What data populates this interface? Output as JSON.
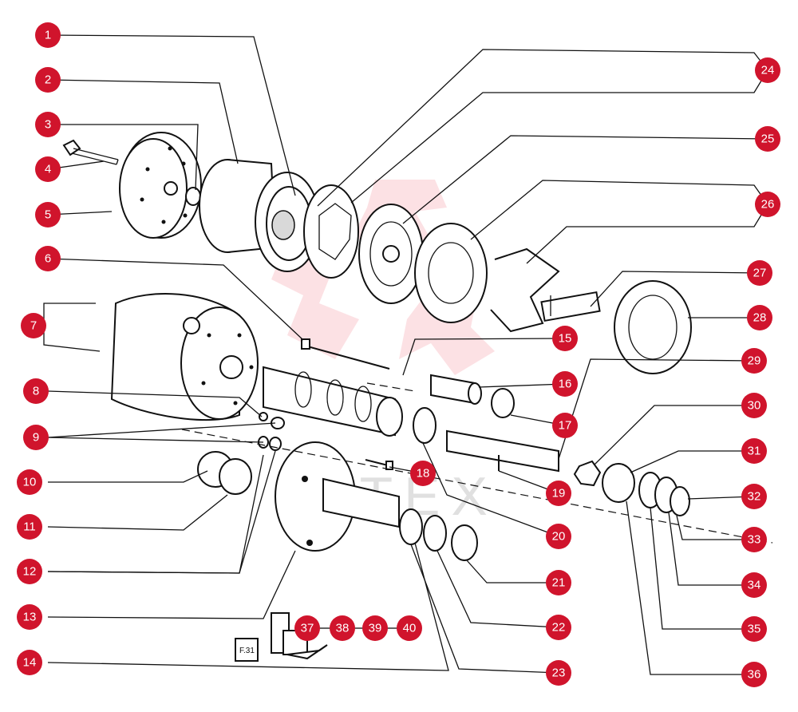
{
  "callout_color": "#d0142c",
  "callout_text_color": "#ffffff",
  "watermark": "MTEX",
  "part_stamp": "F.31",
  "callouts": {
    "c1": "1",
    "c2": "2",
    "c3": "3",
    "c4": "4",
    "c5": "5",
    "c6": "6",
    "c7": "7",
    "c8": "8",
    "c9": "9",
    "c10": "10",
    "c11": "11",
    "c12": "12",
    "c13": "13",
    "c14": "14",
    "c15": "15",
    "c16": "16",
    "c17": "17",
    "c18": "18",
    "c19": "19",
    "c20": "20",
    "c21": "21",
    "c22": "22",
    "c23": "23",
    "c24": "24",
    "c25": "25",
    "c26": "26",
    "c27": "27",
    "c28": "28",
    "c29": "29",
    "c30": "30",
    "c31": "31",
    "c32": "32",
    "c33": "33",
    "c34": "34",
    "c35": "35",
    "c36": "36",
    "c37": "37",
    "c38": "38",
    "c39": "39",
    "c40": "40"
  }
}
